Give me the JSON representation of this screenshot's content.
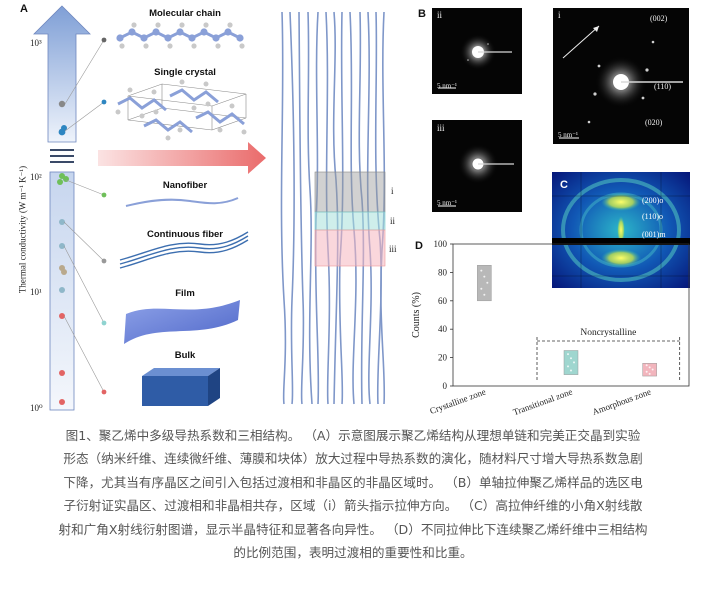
{
  "panel_a": {
    "letter": "A",
    "y_axis_label": "Thermal conductivity (W m⁻¹ K⁻¹)",
    "ticks": [
      "10³",
      "10²",
      "10¹",
      "10⁰"
    ],
    "structures": [
      "Molecular chain",
      "Single crystal",
      "Nanofiber",
      "Continuous fiber",
      "Film",
      "Bulk"
    ],
    "region_labels": [
      "i",
      "ii",
      "iii"
    ]
  },
  "panel_b": {
    "letter": "B",
    "sub_labels": [
      "ii",
      "iii",
      "i"
    ],
    "scale_bar": "5 nm⁻¹",
    "reflections": [
      "(002)",
      "(110)",
      "(020)"
    ]
  },
  "panel_c": {
    "letter": "C",
    "reflections": [
      "(200)o",
      "(110)o",
      "(001)m"
    ]
  },
  "panel_d": {
    "letter": "D",
    "group_label": "Noncrystalline"
  },
  "chart_data": {
    "type": "bar",
    "title": "",
    "xlabel": "",
    "ylabel": "Counts (%)",
    "ylim": [
      0,
      100
    ],
    "yticks": [
      0,
      20,
      40,
      60,
      80,
      100
    ],
    "categories": [
      "Crystalline zone",
      "Transitional zone",
      "Amorphous zone"
    ],
    "ranges": [
      {
        "category": "Crystalline zone",
        "min": 60,
        "max": 85,
        "color": "#b8b8b8"
      },
      {
        "category": "Transitional zone",
        "min": 8,
        "max": 25,
        "color": "#9fd6cf"
      },
      {
        "category": "Amorphous zone",
        "min": 7,
        "max": 16,
        "color": "#f2b5bd"
      }
    ]
  },
  "caption": {
    "lines": [
      "图1、聚乙烯中多级导热系数和三相结构。 （A）示意图展示聚乙烯结构从理想单链和完美正交晶到实验",
      "形态（纳米纤维、连续微纤维、薄膜和块体）放大过程中导热系数的演化，随材料尺寸增大导热系数急剧",
      "下降，尤其当有序晶区之间引入包括过渡相和非晶区的非晶区域时。 （B）单轴拉伸聚乙烯样品的选区电",
      "子衍射证实晶区、过渡相和非晶相共存，区域（i）箭头指示拉伸方向。 （C）高拉伸纤维的小角X射线散",
      "射和广角X射线衍射图谱，显示半晶特征和显著各向异性。 （D）不同拉伸比下连续聚乙烯纤维中三相结构",
      "的比例范围，表明过渡相的重要性和比重。"
    ]
  }
}
